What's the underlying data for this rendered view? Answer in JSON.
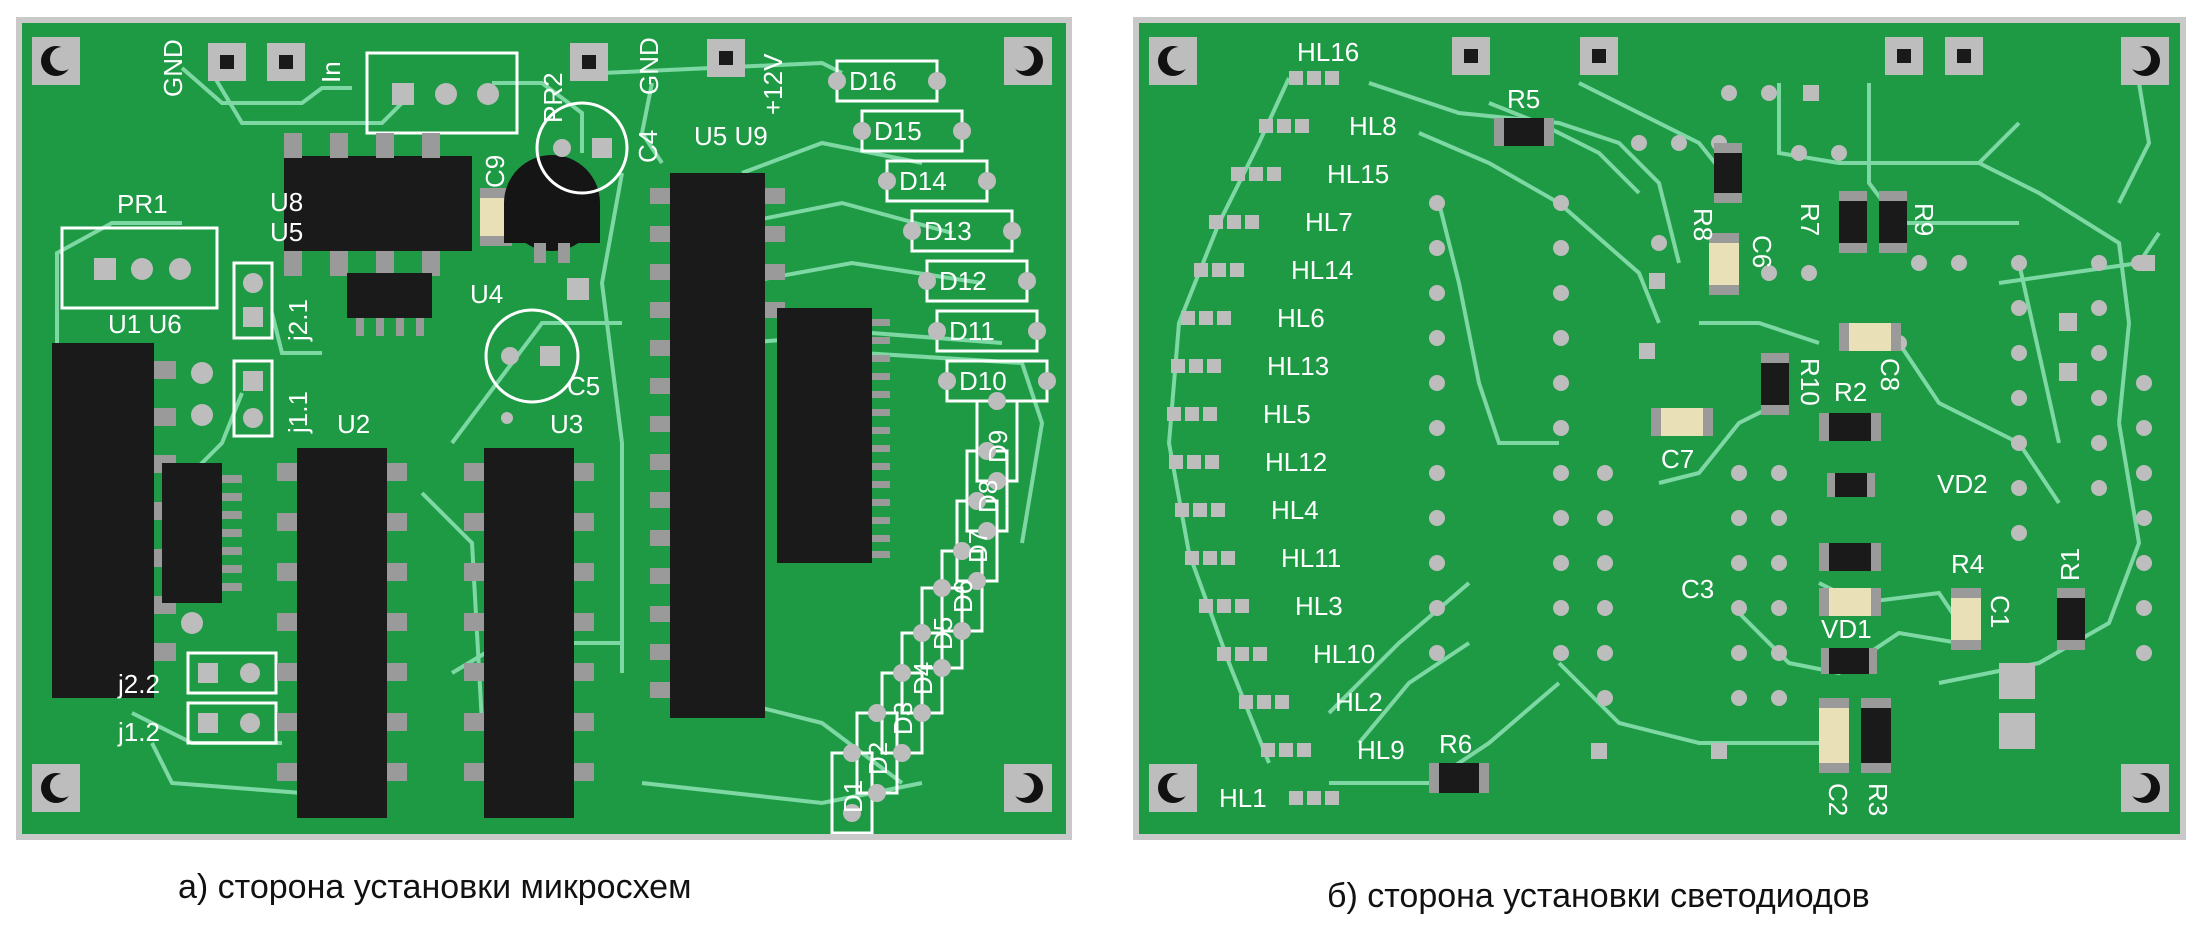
{
  "colors": {
    "board": "#1e9a45",
    "trace": "#7ed8a3",
    "silkscreen": "#ffffff",
    "pad": "#b9b9b9",
    "chip": "#1a1a1a",
    "frame": "#c9c9c9"
  },
  "board_a": {
    "caption": "а) сторона установки микросхем",
    "labels": {
      "gnd_left": "GND",
      "in": "In",
      "pr2": "PR2",
      "gnd_right": "GND",
      "plus12v": "+12V",
      "c4": "C4",
      "c9": "C9",
      "u8": "U8",
      "u5_left": "U5",
      "u5u9": "U5 U9",
      "pr1": "PR1",
      "u1u6": "U1 U6",
      "u4": "U4",
      "c5": "C5",
      "j21": "j2.1",
      "j11": "j1.1",
      "u2": "U2",
      "u3": "U3",
      "j22": "j2.2",
      "j12": "j1.2",
      "d16": "D16",
      "d15": "D15",
      "d14": "D14",
      "d13": "D13",
      "d12": "D12",
      "d11": "D11",
      "d10": "D10",
      "d9": "D9",
      "d8": "D8",
      "d7": "D7",
      "d6": "D6",
      "d5": "D5",
      "d4": "D4",
      "d3": "D3",
      "d2": "D2",
      "d1": "D1"
    }
  },
  "board_b": {
    "caption": "б)  сторона установки светодиодов",
    "labels": {
      "hl16": "HL16",
      "hl8": "HL8",
      "hl15": "HL15",
      "hl7": "HL7",
      "hl14": "HL14",
      "hl6": "HL6",
      "hl13": "HL13",
      "hl5": "HL5",
      "hl12": "HL12",
      "hl4": "HL4",
      "hl11": "HL11",
      "hl3": "HL3",
      "hl10": "HL10",
      "hl2": "HL2",
      "hl9": "HL9",
      "hl1": "HL1",
      "r5": "R5",
      "r8": "R8",
      "c6": "C6",
      "r7": "R7",
      "r9": "R9",
      "r10": "R10",
      "r2": "R2",
      "c8": "C8",
      "c7": "C7",
      "vd2": "VD2",
      "c3": "C3",
      "r4": "R4",
      "r1": "R1",
      "c1": "C1",
      "vd1": "VD1",
      "c2": "C2",
      "r3": "R3",
      "r6": "R6"
    }
  }
}
